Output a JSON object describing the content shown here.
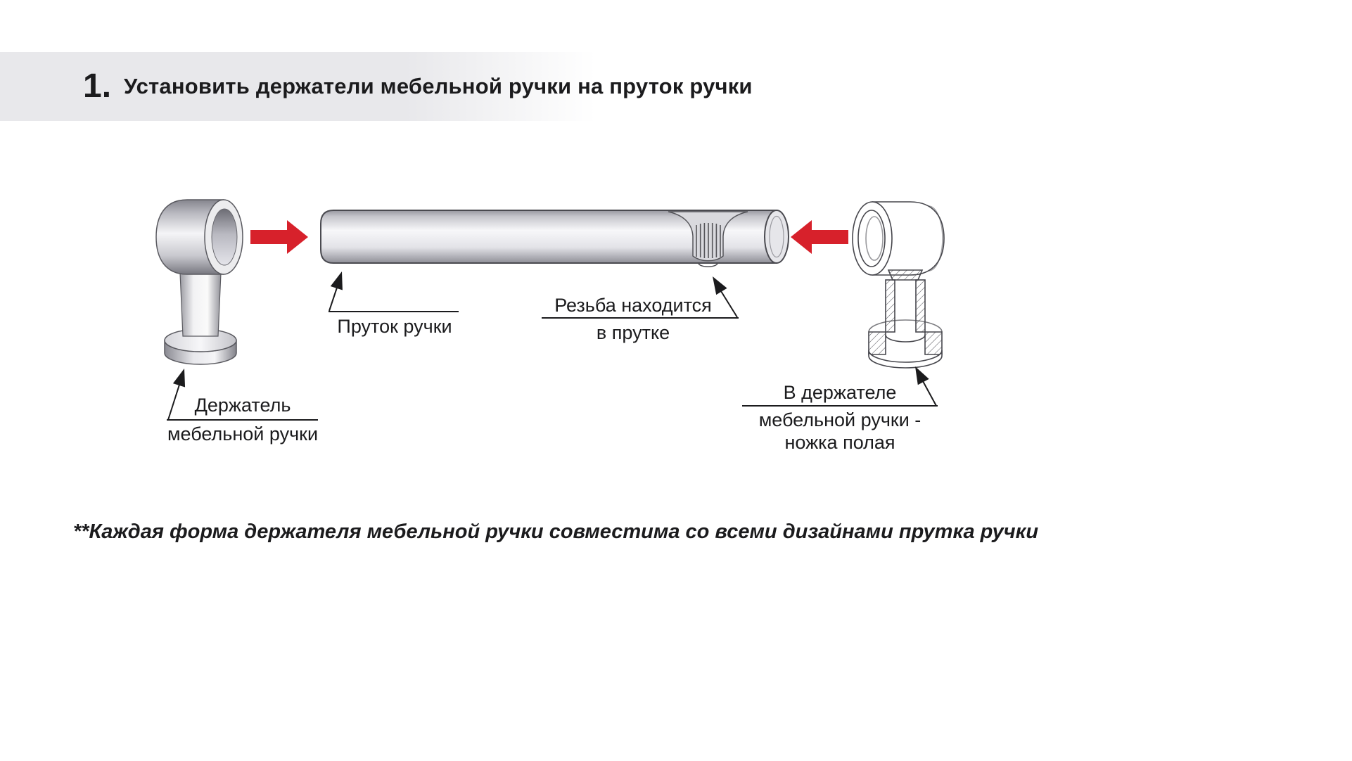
{
  "header": {
    "step_number": "1.",
    "title": "Установить держатели мебельной ручки на пруток ручки"
  },
  "diagram": {
    "labels": {
      "rod": "Пруток ручки",
      "thread_line1": "Резьба находится",
      "thread_line2": "в прутке",
      "holder_line1": "Держатель",
      "holder_line2": "мебельной ручки",
      "hollow_line1": "В держателе",
      "hollow_line2": "мебельной ручки -",
      "hollow_line3": "ножка полая"
    }
  },
  "footnote": "**Каждая форма держателя мебельной ручки совместима со всеми дизайнами прутка ручки",
  "colors": {
    "arrow_red": "#d7212b",
    "text": "#1b1b1d",
    "header_bg": "#e8e8eb",
    "metal_light": "#f5f5f7",
    "metal_dark": "#85858d",
    "outline": "#4a4a50"
  }
}
